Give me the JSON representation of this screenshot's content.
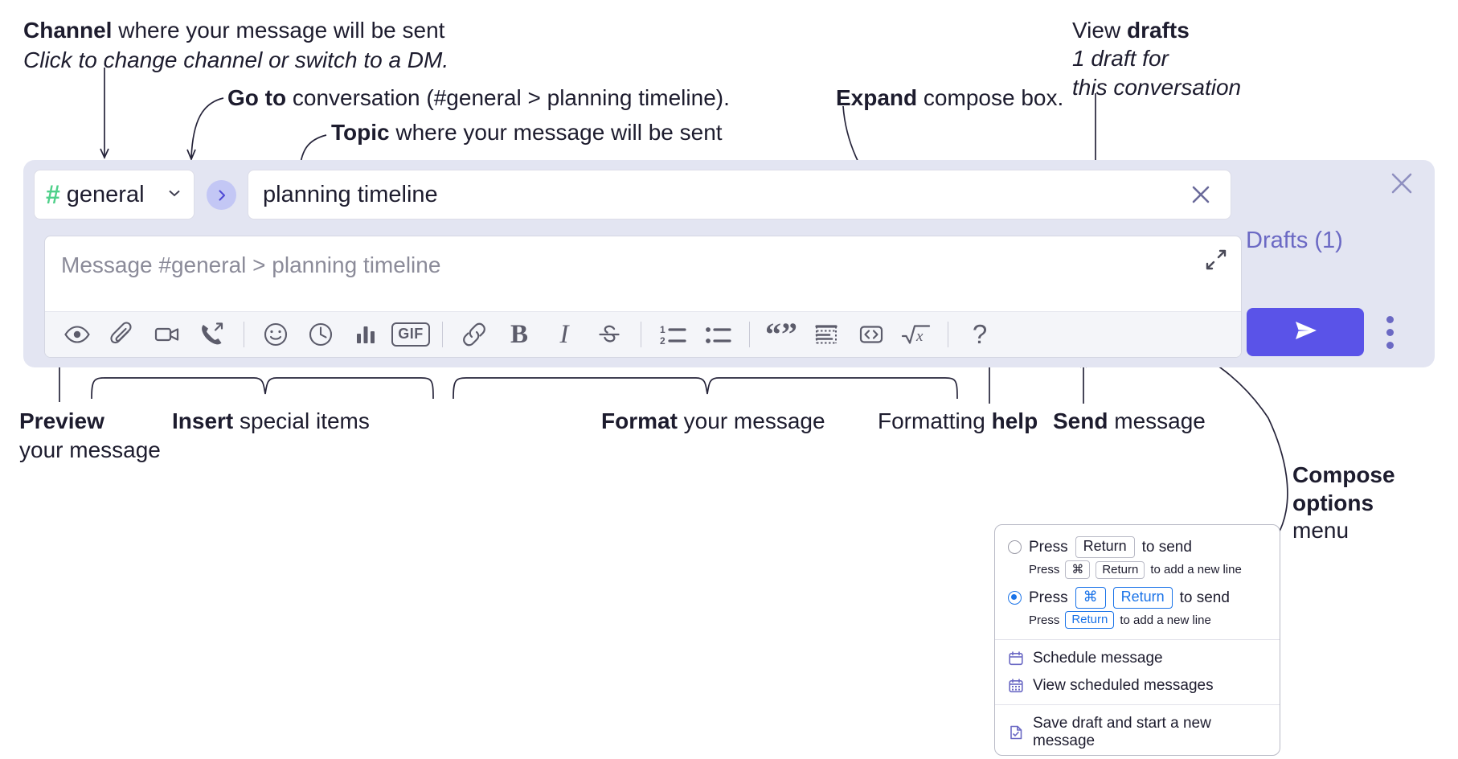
{
  "annotations": {
    "channel": {
      "bold": "Channel",
      "rest": " where your message will be sent",
      "italic": "Click to change channel or switch to a DM."
    },
    "goto": {
      "bold": "Go to",
      "rest": " conversation (#general > planning timeline)."
    },
    "topic": {
      "bold": "Topic",
      "rest": " where your message will be sent"
    },
    "expand": {
      "bold": "Expand",
      "rest": " compose box."
    },
    "drafts": {
      "line1_lt": "View ",
      "line1_bold": "drafts",
      "line2": "1 draft for",
      "line3": "this conversation"
    },
    "preview": {
      "bold": "Preview",
      "rest": "your message"
    },
    "insert": {
      "bold": "Insert",
      "rest": " special items"
    },
    "format": {
      "bold": "Format",
      "rest": " your message"
    },
    "help": {
      "lt": "Formatting ",
      "bold": "help"
    },
    "send": {
      "bold": "Send",
      "rest": " message"
    },
    "compose_options": {
      "line1": "Compose",
      "line2": "options",
      "line3": "menu"
    }
  },
  "composer": {
    "channel_name": "general",
    "hash_symbol": "#",
    "topic_value": "planning timeline",
    "message_placeholder": "Message #general > planning timeline",
    "drafts_label": "Drafts (1)",
    "gif_label": "GIF",
    "bold_glyph": "B",
    "italic_glyph": "I",
    "quote_glyph": "“”",
    "help_glyph": "?",
    "toolbar_icons": [
      "eye-icon",
      "paperclip-icon",
      "video-camera-icon",
      "phone-forward-icon",
      "emoji-icon",
      "clock-icon",
      "poll-bar-chart-icon",
      "gif-icon",
      "link-icon",
      "bold-icon",
      "italic-icon",
      "strikethrough-icon",
      "ordered-list-icon",
      "bulleted-list-icon",
      "blockquote-icon",
      "code-block-icon",
      "code-inline-icon",
      "math-icon",
      "formatting-help-icon"
    ],
    "send_icon": "send-paper-plane-icon",
    "kebab_icon": "vertical-ellipsis-icon",
    "close_icon": "close-x-icon",
    "expand_icon": "expand-diagonal-arrows-icon",
    "goto_icon": "chevron-right-icon",
    "topic_clear_icon": "close-x-icon",
    "channel_chevron_icon": "chevron-down-icon"
  },
  "menu": {
    "option1": {
      "pre": "Press",
      "key": "Return",
      "post": "to send",
      "selected": false
    },
    "option1_sub": {
      "pre": "Press",
      "key1": "⌘",
      "key2": "Return",
      "post": "to add a new line"
    },
    "option2": {
      "pre": "Press",
      "key1": "⌘",
      "key2": "Return",
      "post": "to send",
      "selected": true
    },
    "option2_sub": {
      "pre": "Press",
      "key": "Return",
      "post": "to add a new line"
    },
    "items": [
      {
        "label": "Schedule message",
        "icon": "calendar-icon"
      },
      {
        "label": "View scheduled messages",
        "icon": "calendar-grid-icon"
      },
      {
        "label": "Save draft and start a new message",
        "icon": "file-check-icon"
      }
    ]
  },
  "colors": {
    "panel_bg": "#e3e5f2",
    "send_button": "#5a53e8",
    "hash_green": "#4fd08a",
    "accent_purple": "#6b69c4",
    "radio_blue": "#1a73e8"
  }
}
